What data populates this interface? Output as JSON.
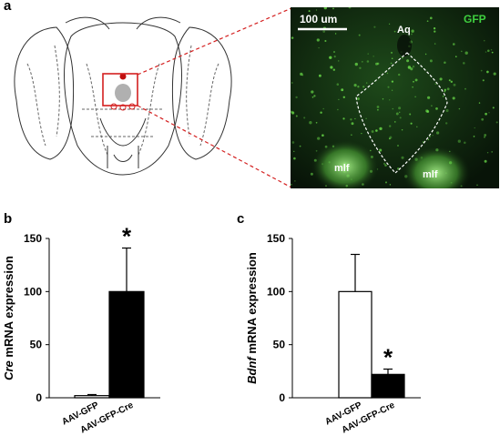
{
  "panels": {
    "a": {
      "label": "a",
      "micrograph": {
        "scale_bar": "100 um",
        "channel": "GFP",
        "aq_label": "Aq",
        "mlf_left": "mlf",
        "mlf_right": "mlf"
      }
    },
    "b": {
      "label": "b"
    },
    "c": {
      "label": "c"
    }
  },
  "colors": {
    "gfp_green": "#3fcf3f",
    "highlight_red": "#d42020",
    "bar_black": "#000000",
    "bar_white": "#ffffff"
  },
  "chart_data": [
    {
      "type": "bar",
      "panel": "b",
      "categories": [
        "AAV-GFP",
        "AAV-GFP-Cre"
      ],
      "series": [
        {
          "values": [
            2,
            100
          ],
          "errors": [
            1,
            41
          ]
        }
      ],
      "ylabel_italic": "Cre",
      "ylabel_rest": " mRNA expression",
      "yticks": [
        0,
        50,
        100,
        150
      ],
      "ylim": [
        0,
        150
      ],
      "bar_colors": [
        "#ffffff",
        "#000000"
      ],
      "significance": [
        {
          "category": "AAV-GFP-Cre",
          "mark": "*"
        }
      ]
    },
    {
      "type": "bar",
      "panel": "c",
      "categories": [
        "AAV-GFP",
        "AAV-GFP-Cre"
      ],
      "series": [
        {
          "values": [
            100,
            22
          ],
          "errors": [
            35,
            5
          ]
        }
      ],
      "ylabel_italic": "Bdnf",
      "ylabel_rest": " mRNA expression",
      "yticks": [
        0,
        50,
        100,
        150
      ],
      "ylim": [
        0,
        150
      ],
      "bar_colors": [
        "#ffffff",
        "#000000"
      ],
      "significance": [
        {
          "category": "AAV-GFP-Cre",
          "mark": "*"
        }
      ]
    }
  ]
}
